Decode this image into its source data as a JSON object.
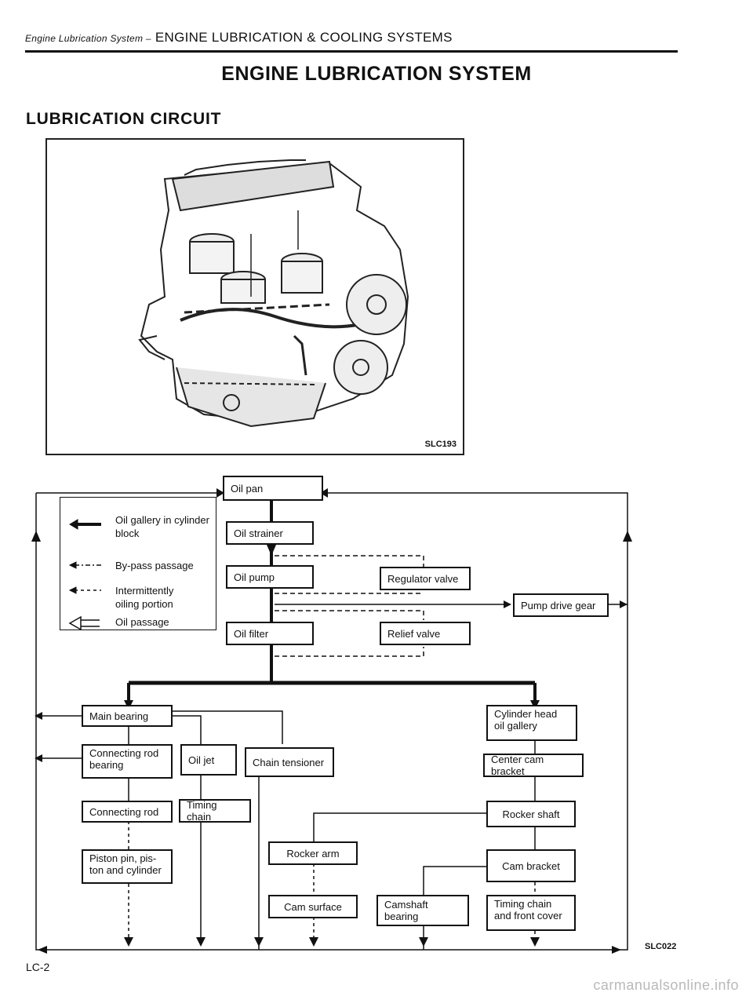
{
  "header": {
    "section_small": "Engine Lubrication System –",
    "section_large": "ENGINE LUBRICATION & COOLING SYSTEMS"
  },
  "title": "ENGINE LUBRICATION SYSTEM",
  "section": "LUBRICATION CIRCUIT",
  "figure": {
    "code": "SLC193"
  },
  "legend": {
    "oil_gallery": "Oil gallery in cylinder block",
    "bypass": "By-pass passage",
    "intermittent": "Intermittently oiling portion",
    "oil_passage": "Oil passage"
  },
  "boxes": {
    "oil_pan": "Oil pan",
    "oil_strainer": "Oil strainer",
    "oil_pump": "Oil pump",
    "regulator_valve": "Regulator valve",
    "oil_filter": "Oil filter",
    "relief_valve": "Relief valve",
    "pump_drive_gear": "Pump drive gear",
    "main_bearing": "Main bearing",
    "connecting_rod_bearing": "Connecting rod bearing",
    "oil_jet": "Oil jet",
    "chain_tensioner": "Chain tensioner",
    "connecting_rod": "Connecting rod",
    "timing_chain": "Timing chain",
    "piston_pin": "Piston pin, pis- ton and cylinder",
    "cylinder_head_gallery": "Cylinder head oil gallery",
    "center_cam_bracket": "Center cam bracket",
    "rocker_shaft": "Rocker shaft",
    "rocker_arm": "Rocker arm",
    "cam_bracket": "Cam bracket",
    "cam_surface": "Cam surface",
    "camshaft_bearing": "Camshaft bearing",
    "timing_chain_front": "Timing chain and front cover"
  },
  "diagram_code": "SLC022",
  "footer": "LC-2",
  "watermark": "carmanualsonline.info"
}
